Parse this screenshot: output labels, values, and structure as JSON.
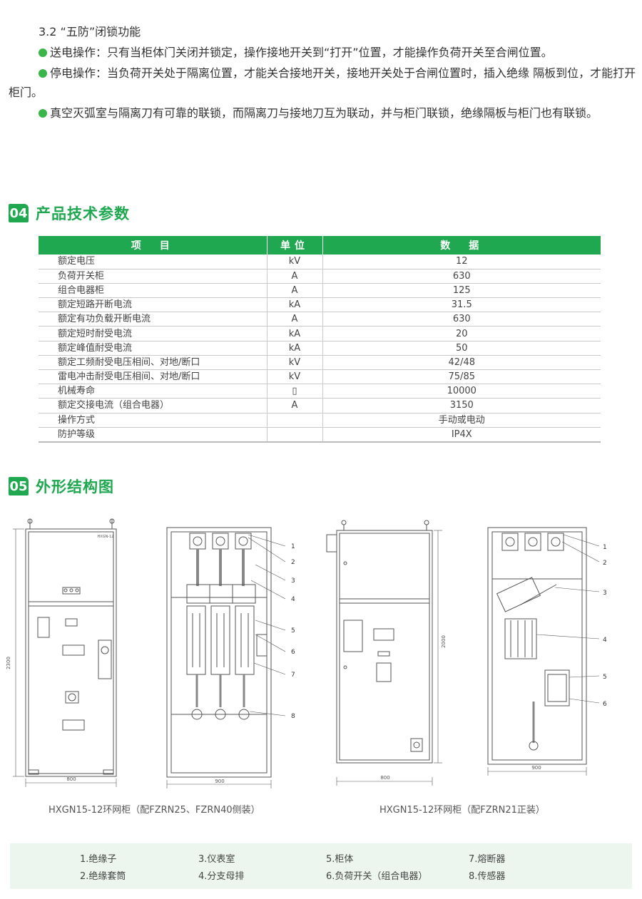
{
  "section32": {
    "heading": "3.2 “五防”闭锁功能",
    "items": [
      "送电操作：只有当柜体门关闭并锁定，操作接地开关到“打开”位置，才能操作负荷开关至合闸位置。",
      "停电操作：当负荷开关处于隔离位置，才能关合接地开关，接地开关处于合闸位置时，插入绝缘 隔板到位，才能打开柜门。",
      "真空灭弧室与隔离刀有可靠的联锁，而隔离刀与接地刀互为联动，并与柜门联锁，绝缘隔板与柜门也有联锁。"
    ]
  },
  "section04": {
    "badge": "04",
    "title": "产品技术参数",
    "table": {
      "headers": [
        "项　目",
        "单位",
        "数　据"
      ],
      "rows": [
        [
          "额定电压",
          "kV",
          "12"
        ],
        [
          "负荷开关柜",
          "A",
          "630"
        ],
        [
          "组合电器柜",
          "A",
          "125"
        ],
        [
          "额定短路开断电流",
          "kA",
          "31.5"
        ],
        [
          "额定有功负载开断电流",
          "A",
          "630"
        ],
        [
          "额定短时耐受电流",
          "kA",
          "20"
        ],
        [
          "额定峰值耐受电流",
          "kA",
          "50"
        ],
        [
          "额定工频耐受电压相间、对地/断口",
          "kV",
          "42/48"
        ],
        [
          "雷电冲击耐受电压相间、对地/断口",
          "kV",
          "75/85"
        ],
        [
          "机械寿命",
          "▯",
          "10000"
        ],
        [
          "额定交接电流（组合电器）",
          "A",
          "3150"
        ],
        [
          "操作方式",
          "",
          "手动或电动"
        ],
        [
          "防护等级",
          "",
          "IP4X"
        ]
      ]
    }
  },
  "section05": {
    "badge": "05",
    "title": "外形结构图",
    "drawing1": {
      "caption": "HXGN15-12环网柜（配FZRN25、FZRN40侧装）",
      "nameplate": "HXGN-12",
      "height_label": "2300",
      "width_front": "800",
      "width_side": "900",
      "callouts": [
        "1",
        "2",
        "3",
        "4",
        "5",
        "6",
        "7",
        "8"
      ]
    },
    "drawing2": {
      "caption": "HXGN15-12环网柜（配FZRN21正装）",
      "height_label": "2000",
      "width_front": "800",
      "width_side": "900",
      "callouts": [
        "1",
        "2",
        "3",
        "4",
        "5",
        "6"
      ]
    }
  },
  "legend": [
    [
      "1.绝缘子",
      "3.仪表室",
      "5.柜体",
      "7.熔断器"
    ],
    [
      "2.绝缘套筒",
      "4.分支母排",
      "6.负荷开关（组合电器）",
      "8.传感器"
    ]
  ],
  "colors": {
    "accent": "#1fa84f",
    "legend_bg": "#edf6ee"
  }
}
